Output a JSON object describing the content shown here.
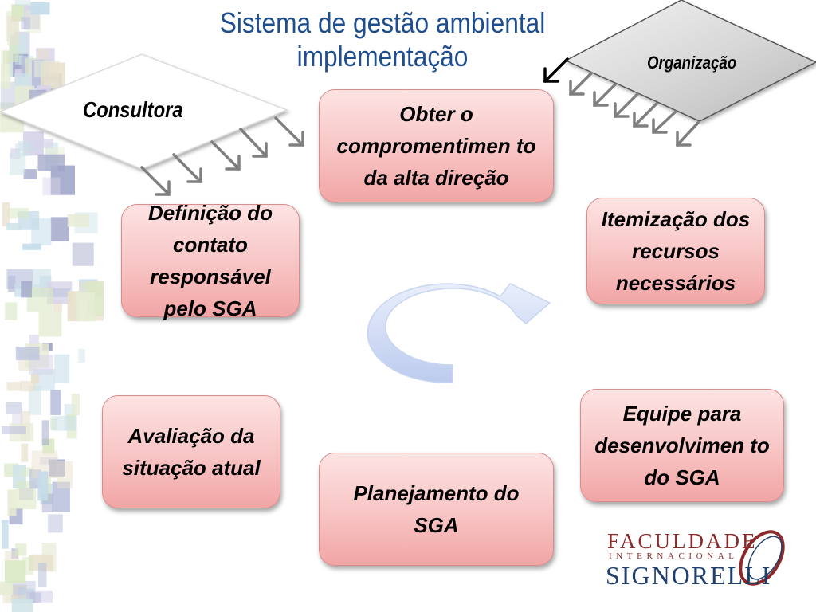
{
  "title": {
    "line1": "Sistema de gestão ambiental",
    "line2": "implementação"
  },
  "labels": {
    "consultora": "Consultora",
    "organizacao": "Organização"
  },
  "steps": [
    {
      "id": "obter",
      "text": "Obter o compromentimen to da alta direção"
    },
    {
      "id": "itemizacao",
      "text": "Itemização dos recursos necessários"
    },
    {
      "id": "equipe",
      "text": "Equipe para desenvolvimen to do SGA"
    },
    {
      "id": "planejamento",
      "text": "Planejamento do SGA"
    },
    {
      "id": "avaliacao",
      "text": "Avaliação da situação atual"
    },
    {
      "id": "definicao",
      "text": "Definição do contato responsável pelo SGA"
    }
  ],
  "logo": {
    "line1": "FACULDADE",
    "line2": "INTERNACIONAL",
    "line3": "SIGNORELLI"
  },
  "colors": {
    "title": "#1f4e8c",
    "box_fill": "#f8c4c4",
    "box_border": "#d98c8c",
    "arrow_gray": "#7f7f7f",
    "cycle_arrow": "#c9d6f2",
    "logo_red": "#8b2a2a",
    "logo_blue": "#1f3f6e"
  }
}
